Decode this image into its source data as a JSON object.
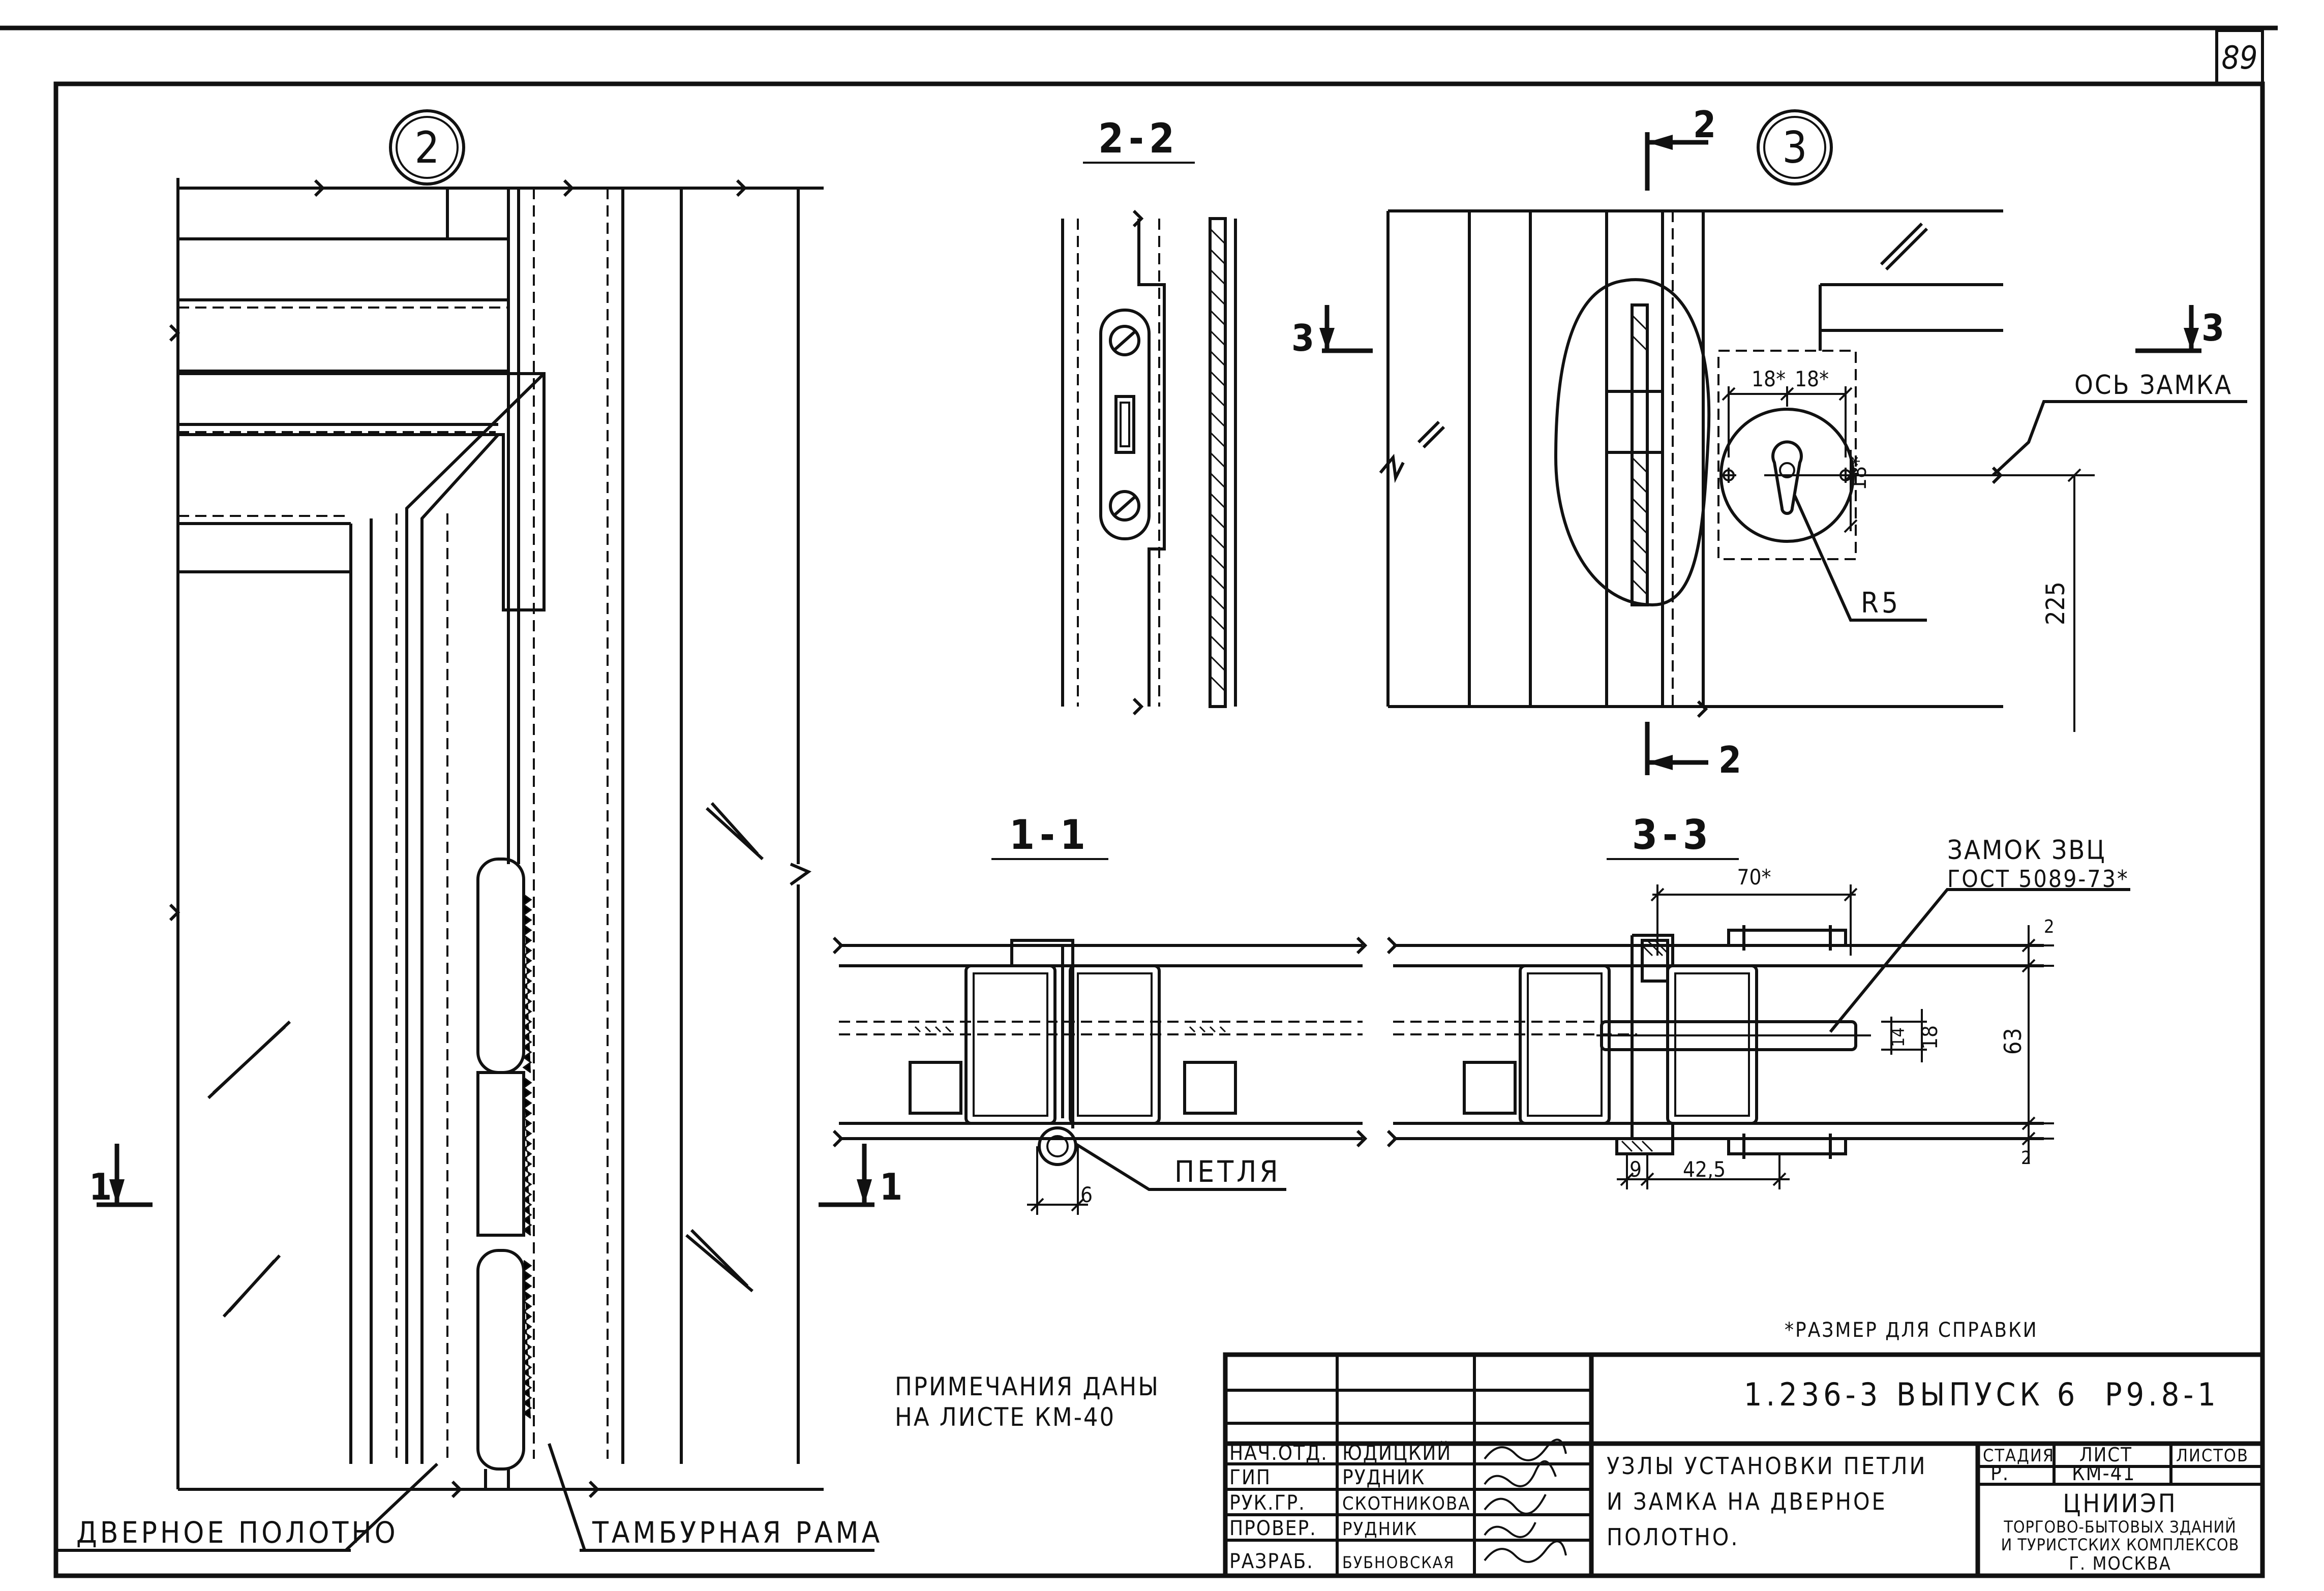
{
  "sheet": {
    "page_number": "89",
    "footnote": "*РАЗМЕР ДЛЯ СПРАВКИ",
    "notes": [
      "ПРИМЕЧАНИЯ ДАНЫ",
      "НА ЛИСТЕ КМ-40"
    ]
  },
  "markers": {
    "view2": "2",
    "view3": "3",
    "sec_1_1": "1-1",
    "sec_2_2": "2-2",
    "sec_3_3": "3-3",
    "cut1_left": "1",
    "cut1_right": "1",
    "cut2_top": "2",
    "cut2_bottom": "2",
    "cut3_left": "3",
    "cut3_right": "3"
  },
  "labels": {
    "door_leaf": "ДВЕРНОЕ ПОЛОТНО",
    "tambour_frame": "ТАМБУРНАЯ РАМА",
    "lock_axis": "ОСЬ ЗАМКА",
    "radius": "R5",
    "hinge": "ПЕТЛЯ",
    "lock_line1": "ЗАМОК ЗВЦ",
    "lock_line2": "ГОСТ 5089-73*"
  },
  "dimensions": {
    "d18a": "18*",
    "d18b": "18*",
    "d18c": "18*",
    "d225": "225",
    "d70": "70*",
    "d14": "14",
    "d18d": "18",
    "d63": "63",
    "d2a": "2",
    "d2b": "2",
    "d9": "9",
    "d42_5": "42,5",
    "d6": "6"
  },
  "title_block": {
    "code": "1.236-3",
    "issue": "ВЫПУСК 6",
    "sheet_code": "Р9.8-1",
    "title_lines": [
      "УЗЛЫ УСТАНОВКИ ПЕТЛИ",
      "И ЗАМКА НА ДВЕРНОЕ",
      "ПОЛОТНО."
    ],
    "stage_header": "СТАДИЯ",
    "sheet_header": "ЛИСТ",
    "sheets_header": "ЛИСТОВ",
    "stage": "Р.",
    "sheet": "КМ-41",
    "org_lines": [
      "ЦНИИЭП",
      "ТОРГОВО-БЫТОВЫХ ЗДАНИЙ",
      "И ТУРИСТСКИХ КОМПЛЕКСОВ",
      "Г. МОСКВА"
    ],
    "signatures": [
      {
        "role": "НАЧ.ОТД.",
        "name": "ЮДИЦКИЙ"
      },
      {
        "role": "ГИП",
        "name": "РУДНИК"
      },
      {
        "role": "РУК.ГР.",
        "name": "СКОТНИКОВА"
      },
      {
        "role": "ПРОВЕР.",
        "name": "РУДНИК"
      },
      {
        "role": "РАЗРАБ.",
        "name": "БУБНОВСКАЯ"
      }
    ]
  }
}
